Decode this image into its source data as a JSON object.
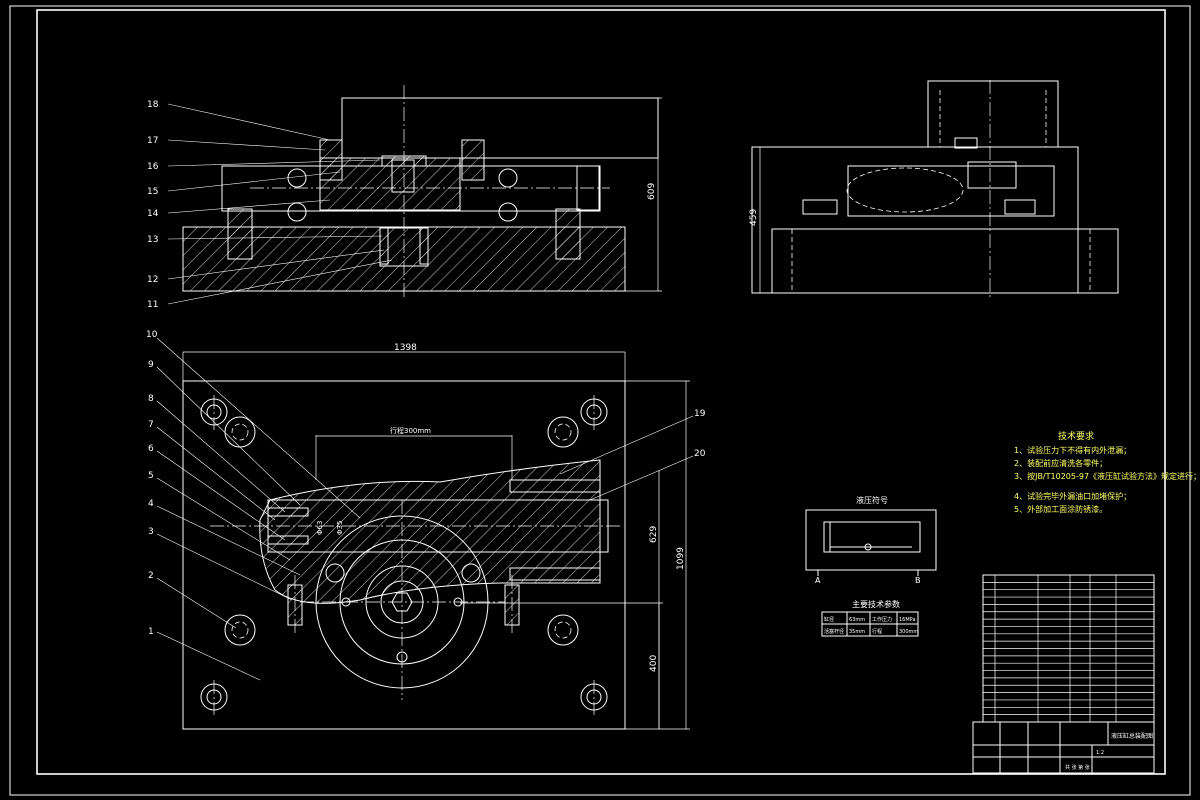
{
  "drawing": {
    "part_labels": [
      "1",
      "2",
      "3",
      "4",
      "5",
      "6",
      "7",
      "8",
      "9",
      "10",
      "11",
      "12",
      "13",
      "14",
      "15",
      "16",
      "17",
      "18",
      "19",
      "20"
    ],
    "dimensions": {
      "front_height": "609",
      "side_height": "459",
      "plan_width": "1398",
      "plan_height": "1099",
      "plan_right_1": "629",
      "plan_right_2": "400",
      "stroke": "行程300mm",
      "dia_1": "Φ63",
      "dia_2": "Φ35"
    },
    "tech_req": {
      "title": "技术要求",
      "items": [
        "1、试验压力下不得有内外泄漏；",
        "2、装配前应清洗各零件；",
        "3、按JB/T10205-97《液压缸试验方法》规定进行；",
        "4、试验完毕外漏油口加堵保护；",
        "5、外部加工面涂防锈漆。"
      ]
    },
    "hydraulic_symbol": {
      "title": "液压符号",
      "port_a": "A",
      "port_b": "B"
    },
    "params_table": {
      "title": "主要技术参数",
      "rows": [
        [
          "缸径",
          "63mm",
          "工作压力",
          "16MPa"
        ],
        [
          "活塞杆径",
          "35mm",
          "行程",
          "300mm"
        ]
      ]
    },
    "title_block": {
      "drawing_name": "液压缸总装配图",
      "scale": "1:2",
      "sheet": "共 张 第 张"
    }
  }
}
